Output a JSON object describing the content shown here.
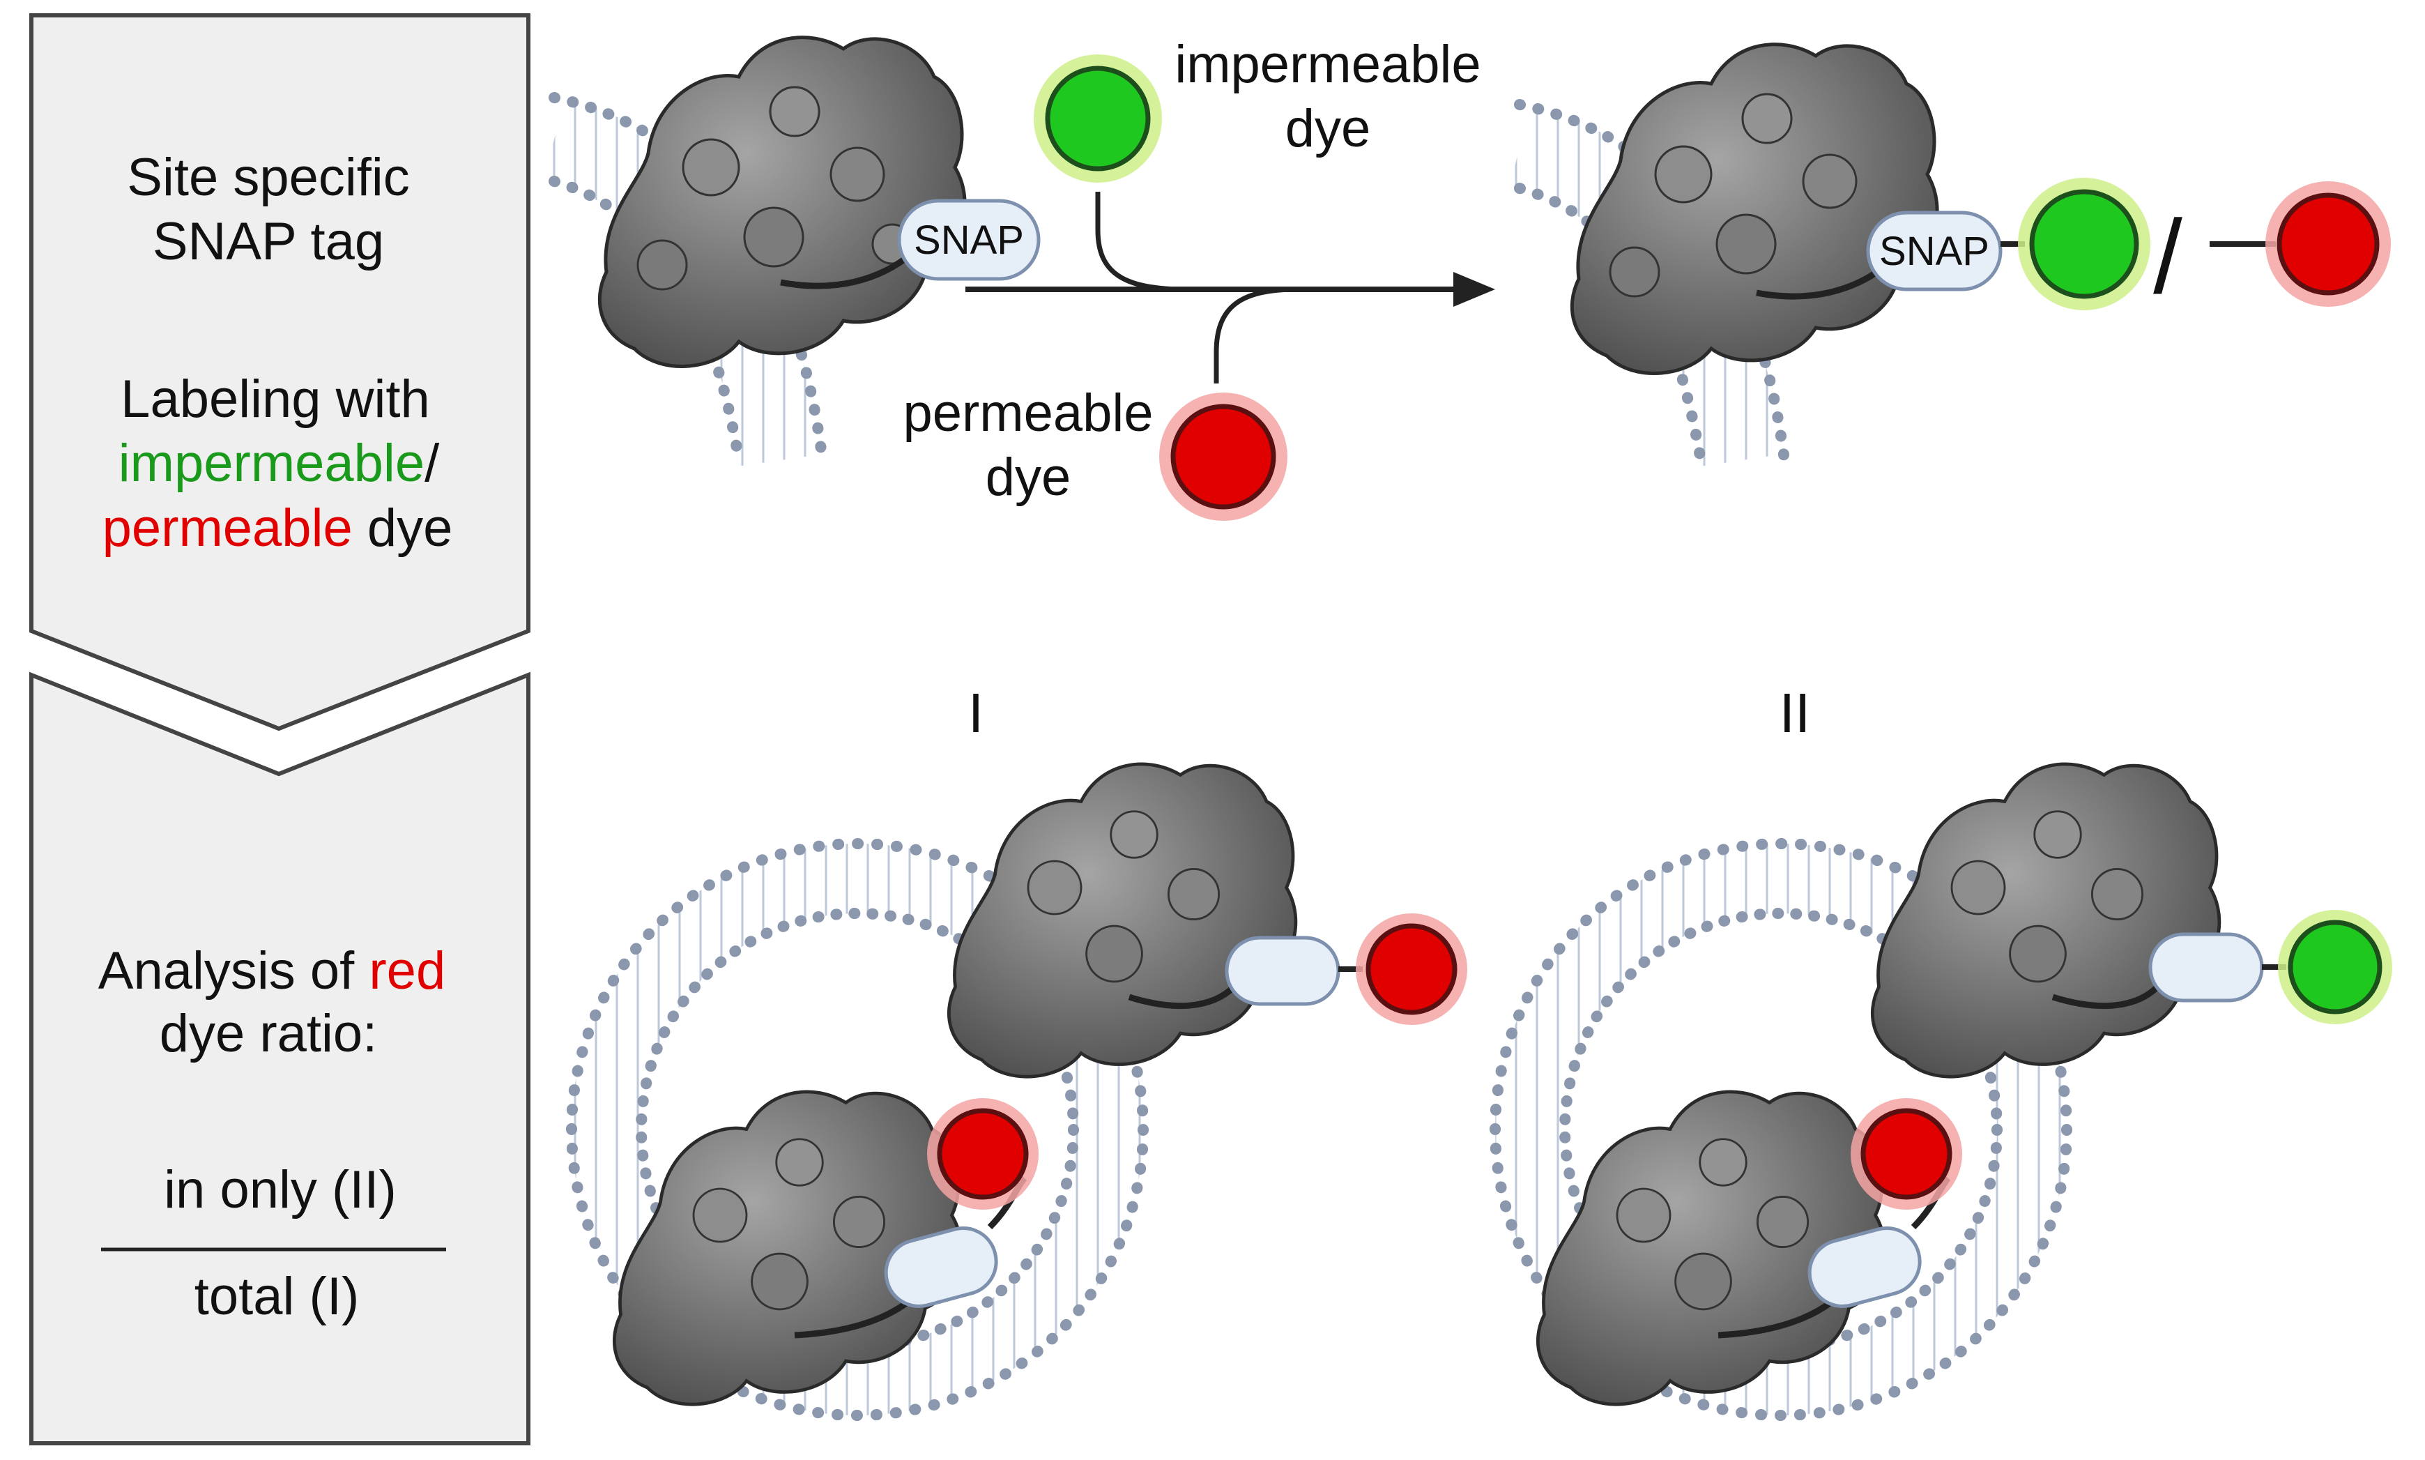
{
  "step1": {
    "line1": "Site specific",
    "line2": "SNAP tag",
    "line3": "Labeling with",
    "impermeable_word": "impermeable",
    "slash": "/",
    "permeable_word": "permeable",
    "dye_word": " dye"
  },
  "step2": {
    "line1_prefix": "Analysis of ",
    "red_word": "red",
    "line2": "dye ratio:",
    "numerator": "in only (II)",
    "denominator": "total (I)"
  },
  "reaction": {
    "impermeable_label_1": "impermeable",
    "impermeable_label_2": "dye",
    "permeable_label_1": "permeable",
    "permeable_label_2": "dye",
    "snap_label": "SNAP",
    "or_symbol": "/"
  },
  "panels": {
    "label_I": "I",
    "label_II": "II"
  },
  "colors": {
    "impermeable_dye": "#1fc81f",
    "permeable_dye": "#e00000",
    "impermeable_text": "#1a9a1a",
    "permeable_text": "#e00000",
    "step_box": "#efefef",
    "membrane_head": "#8a97ad",
    "membrane_tail": "#b7c6dc",
    "snap_fill": "#e6eef8",
    "protein": "#6f6f6f"
  }
}
